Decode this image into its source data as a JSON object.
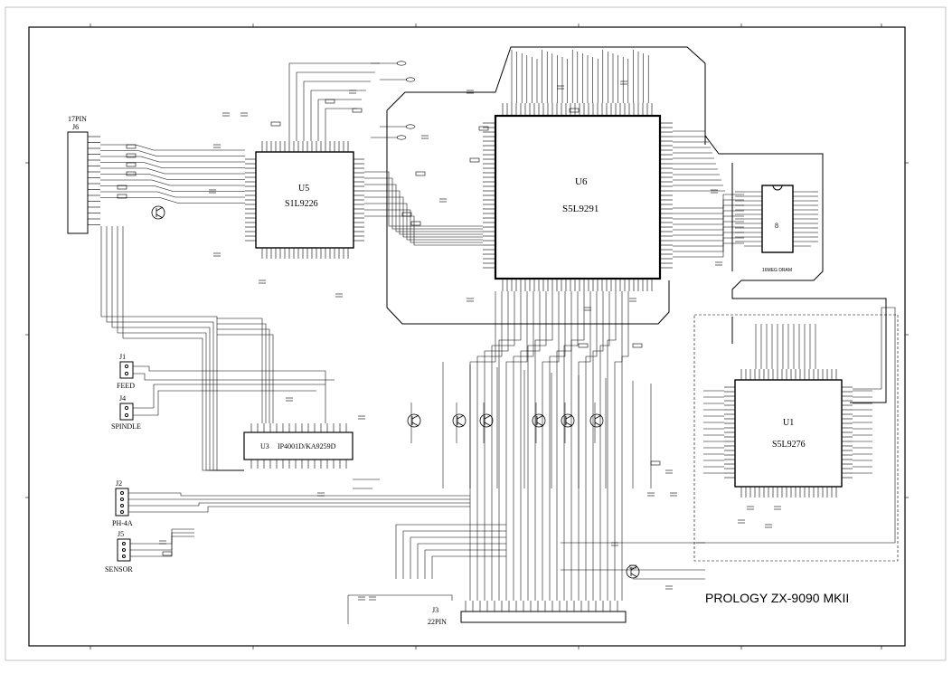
{
  "title_block": {
    "title": "PROLOGY ZX-9090 MKII"
  },
  "components": {
    "u5": {
      "ref": "U5",
      "part": "S1L9226"
    },
    "u6": {
      "ref": "U6",
      "part": "S5L9291"
    },
    "u1": {
      "ref": "U1",
      "part": "S5L9276"
    },
    "u3": {
      "ref": "U3",
      "part": "IP4001D/KA9259D"
    },
    "dram": {
      "ref": "8",
      "part": "16MEG DRAM"
    }
  },
  "connectors": {
    "j6": {
      "ref": "J6",
      "pins": "17PIN"
    },
    "j1": {
      "ref": "J1",
      "name": "FEED"
    },
    "j4": {
      "ref": "J4",
      "name": "SPINDLE"
    },
    "j2": {
      "ref": "J2",
      "name": "PH-4A"
    },
    "j5": {
      "ref": "J5",
      "name": "SENSOR"
    },
    "j3": {
      "ref": "J3",
      "pins": "22PIN"
    }
  }
}
